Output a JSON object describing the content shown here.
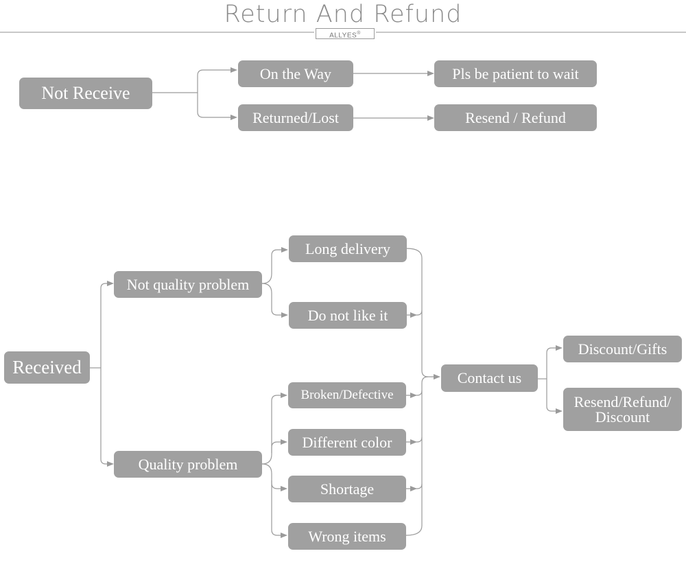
{
  "header": {
    "title": "Return And Refund",
    "brand": "ALLYES",
    "brand_mark": "®"
  },
  "not_receive_flow": {
    "root": "Not Receive",
    "on_the_way": "On the Way",
    "returned_lost": "Returned/Lost",
    "be_patient": "Pls be patient to wait",
    "resend_refund": "Resend / Refund"
  },
  "received_flow": {
    "root": "Received",
    "not_quality": "Not quality problem",
    "quality": "Quality problem",
    "long_delivery": "Long delivery",
    "do_not_like": "Do not like it",
    "broken": "Broken/Defective",
    "different_color": "Different color",
    "shortage": "Shortage",
    "wrong_items": "Wrong items",
    "contact_us": "Contact us",
    "discount_gifts": "Discount/Gifts",
    "resend_refund_discount_line1": "Resend/Refund/",
    "resend_refund_discount_line2": "Discount"
  },
  "colors": {
    "box_fill": "#a0a0a0",
    "box_text": "#ffffff",
    "connector": "#9a9a9a",
    "title": "#8a8a8a"
  }
}
